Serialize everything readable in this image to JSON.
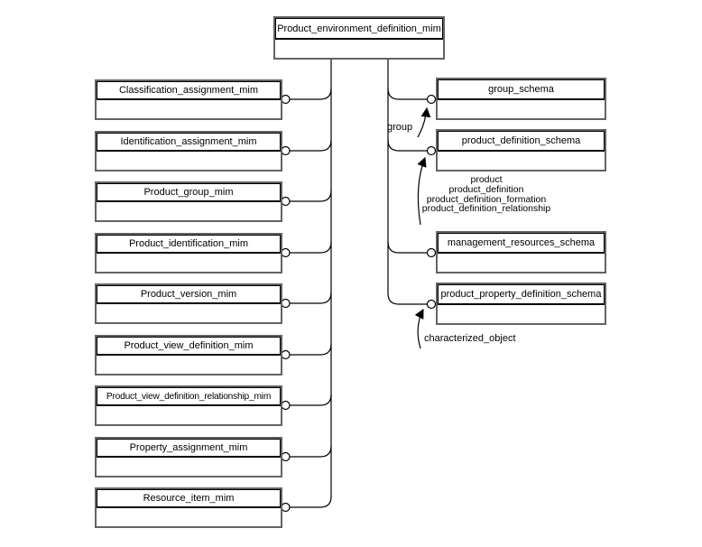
{
  "diagram": {
    "root": {
      "title": "Product_environment_definition_mim"
    },
    "left_modules": [
      {
        "title": "Classification_assignment_mim"
      },
      {
        "title": "Identification_assignment_mim"
      },
      {
        "title": "Product_group_mim"
      },
      {
        "title": "Product_identification_mim"
      },
      {
        "title": "Product_version_mim"
      },
      {
        "title": "Product_view_definition_mim"
      },
      {
        "title": "Product_view_definition_relationship_mim"
      },
      {
        "title": "Property_assignment_mim"
      },
      {
        "title": "Resource_item_mim"
      }
    ],
    "right_schemas": [
      {
        "title": "group_schema"
      },
      {
        "title": "product_definition_schema"
      },
      {
        "title": "management_resources_schema"
      },
      {
        "title": "product_property_definition_schema"
      }
    ],
    "labels": {
      "group": "group",
      "product_refs": [
        "product",
        "product_definition",
        "product_definition_formation",
        "product_definition_relationship"
      ],
      "characterized": "characterized_object"
    },
    "colors": {
      "box_border": "#636363",
      "title_border": "#000000",
      "line": "#000000",
      "background": "#ffffff"
    }
  }
}
